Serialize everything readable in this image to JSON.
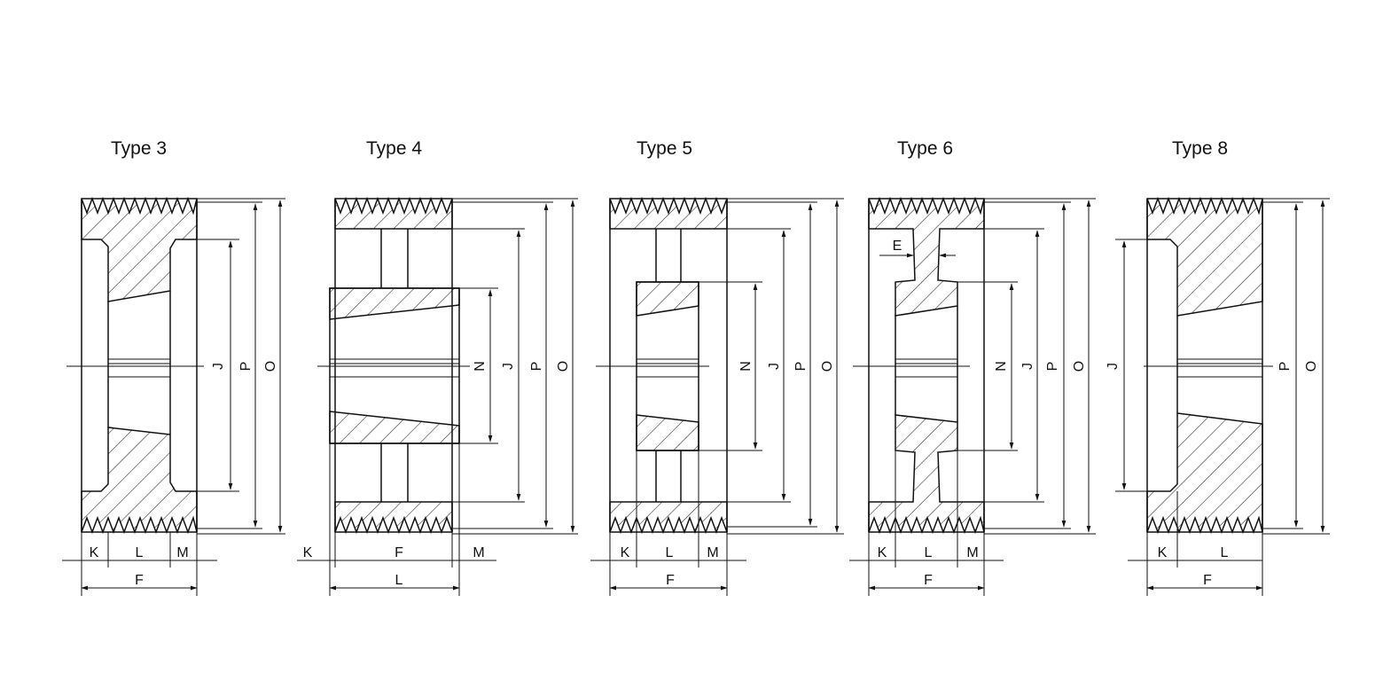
{
  "diagram": {
    "types": [
      {
        "title": "Type 3",
        "dims": {
          "k": "K",
          "l": "L",
          "m": "M",
          "f": "F",
          "j": "J",
          "p": "P",
          "o": "O"
        }
      },
      {
        "title": "Type 4",
        "dims": {
          "k": "K",
          "f": "F",
          "m": "M",
          "l": "L",
          "n": "N",
          "j": "J",
          "p": "P",
          "o": "O"
        }
      },
      {
        "title": "Type 5",
        "dims": {
          "k": "K",
          "l": "L",
          "m": "M",
          "f": "F",
          "n": "N",
          "j": "J",
          "p": "P",
          "o": "O"
        }
      },
      {
        "title": "Type 6",
        "dims": {
          "e": "E",
          "k": "K",
          "l": "L",
          "m": "M",
          "f": "F",
          "n": "N",
          "j": "J",
          "p": "P",
          "o": "O"
        }
      },
      {
        "title": "Type 8",
        "dims": {
          "k": "K",
          "l": "L",
          "f": "F",
          "j": "J",
          "p": "P",
          "o": "O"
        }
      }
    ]
  }
}
